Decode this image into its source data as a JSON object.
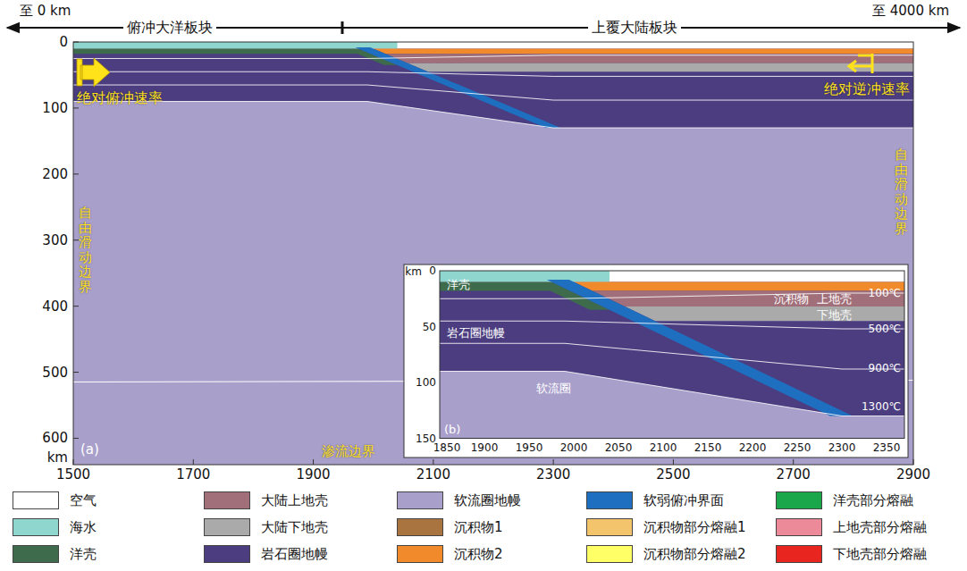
{
  "diagram": {
    "labels": [
      "至 0 km",
      "俯冲大洋板块",
      "上覆大陆板块",
      "至 4000 km",
      "绝对俯冲速率",
      "绝对逆冲速率",
      "自由滑动边界",
      "自由滑动边界",
      "渗流边界",
      "0",
      "100",
      "200",
      "300",
      "400",
      "500",
      "600",
      "km",
      "1500",
      "1700",
      "1900",
      "2100",
      "2300",
      "2500",
      "2700",
      "2900",
      "(a)",
      "km",
      "0",
      "50",
      "100",
      "150",
      "洋壳",
      "沉积物",
      "上地壳",
      "下地壳",
      "岩石圈地幔",
      "软流圈",
      "100℃",
      "500℃",
      "900℃",
      "1300℃",
      "1850",
      "1900",
      "1950",
      "2000",
      "2050",
      "2100",
      "2150",
      "2200",
      "2250",
      "2300",
      "2350",
      "(b)"
    ],
    "legend": [
      {
        "text": "空气",
        "color": "#ffffff"
      },
      {
        "text": "大陆上地壳",
        "color": "#a16f7a"
      },
      {
        "text": "软流圈地幔",
        "color": "#a99fcb"
      },
      {
        "text": "软弱俯冲界面",
        "color": "#1f6fc0"
      },
      {
        "text": "洋壳部分熔融",
        "color": "#1aa64b"
      },
      {
        "text": "海水",
        "color": "#8fd6cf"
      },
      {
        "text": "大陆下地壳",
        "color": "#aaaaaa"
      },
      {
        "text": "沉积物1",
        "color": "#a9743f"
      },
      {
        "text": "沉积物部分熔融1",
        "color": "#f3c46b"
      },
      {
        "text": "上地壳部分熔融",
        "color": "#ec8a9a"
      },
      {
        "text": "洋壳",
        "color": "#3d6b4c"
      },
      {
        "text": "岩石圈地幔",
        "color": "#4b3d80"
      },
      {
        "text": "沉积物2",
        "color": "#f08a2b"
      },
      {
        "text": "沉积物部分熔融2",
        "color": "#ffff66"
      },
      {
        "text": "下地壳部分熔融",
        "color": "#e8251f"
      }
    ]
  }
}
